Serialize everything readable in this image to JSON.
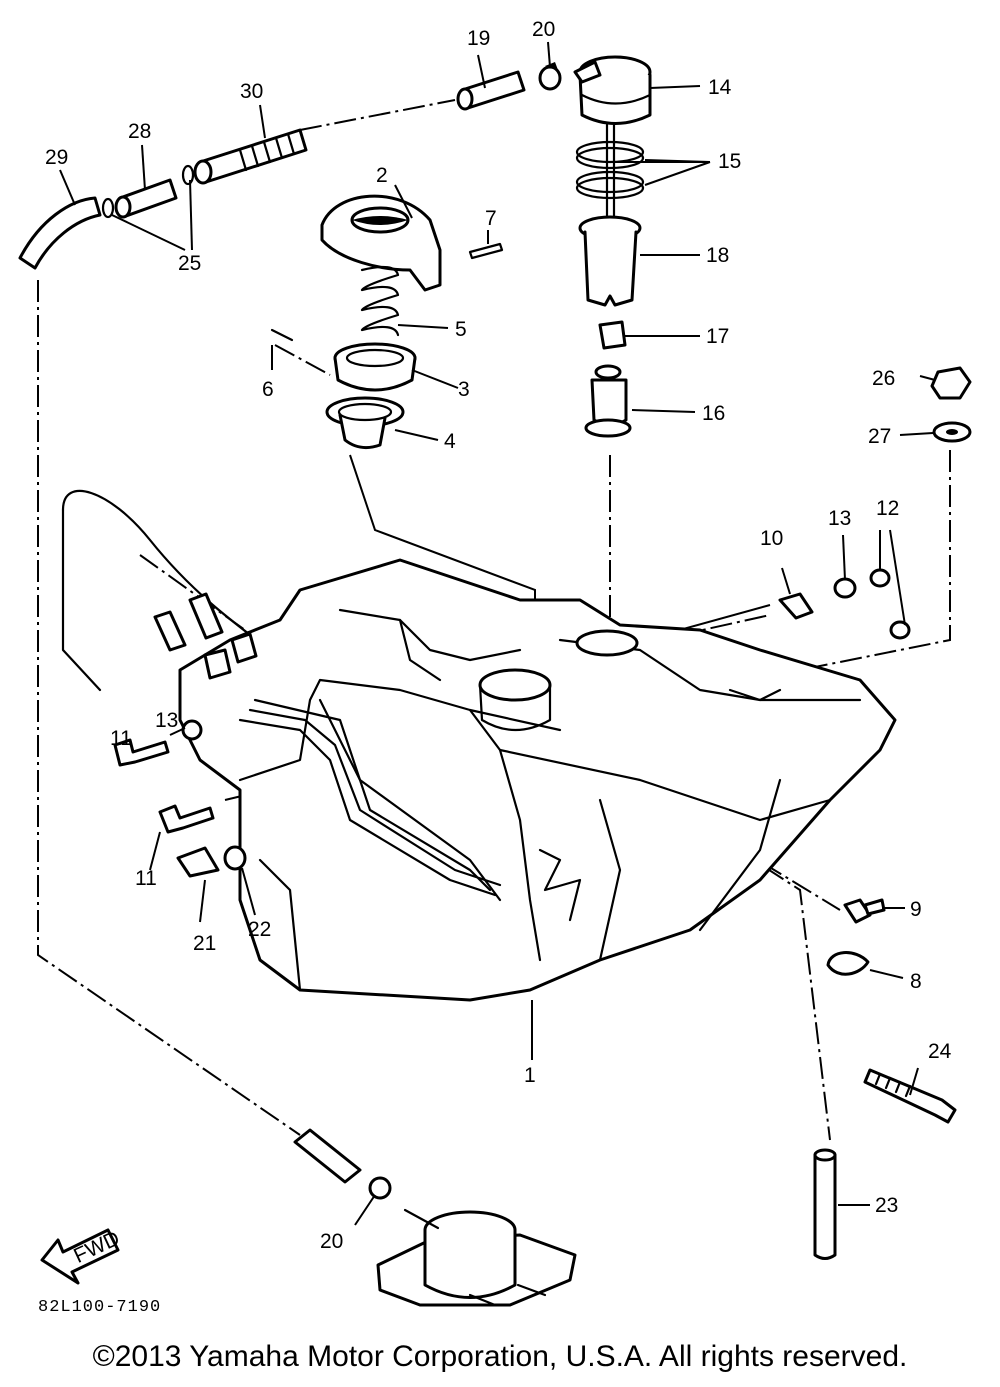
{
  "diagram_code": "82L100-7190",
  "copyright": "©2013 Yamaha Motor Corporation, U.S.A. All rights reserved.",
  "fwd_label": "FWD",
  "callouts": {
    "n1": "1",
    "n2": "2",
    "n3": "3",
    "n4": "4",
    "n5": "5",
    "n6": "6",
    "n7": "7",
    "n8": "8",
    "n9": "9",
    "n10": "10",
    "n11a": "11",
    "n11b": "11",
    "n12": "12",
    "n13a": "13",
    "n13b": "13",
    "n14": "14",
    "n15": "15",
    "n16": "16",
    "n17": "17",
    "n18": "18",
    "n19": "19",
    "n20a": "20",
    "n20b": "20",
    "n21": "21",
    "n22": "22",
    "n23": "23",
    "n24": "24",
    "n25": "25",
    "n26": "26",
    "n27": "27",
    "n28": "28",
    "n29": "29",
    "n30": "30"
  }
}
